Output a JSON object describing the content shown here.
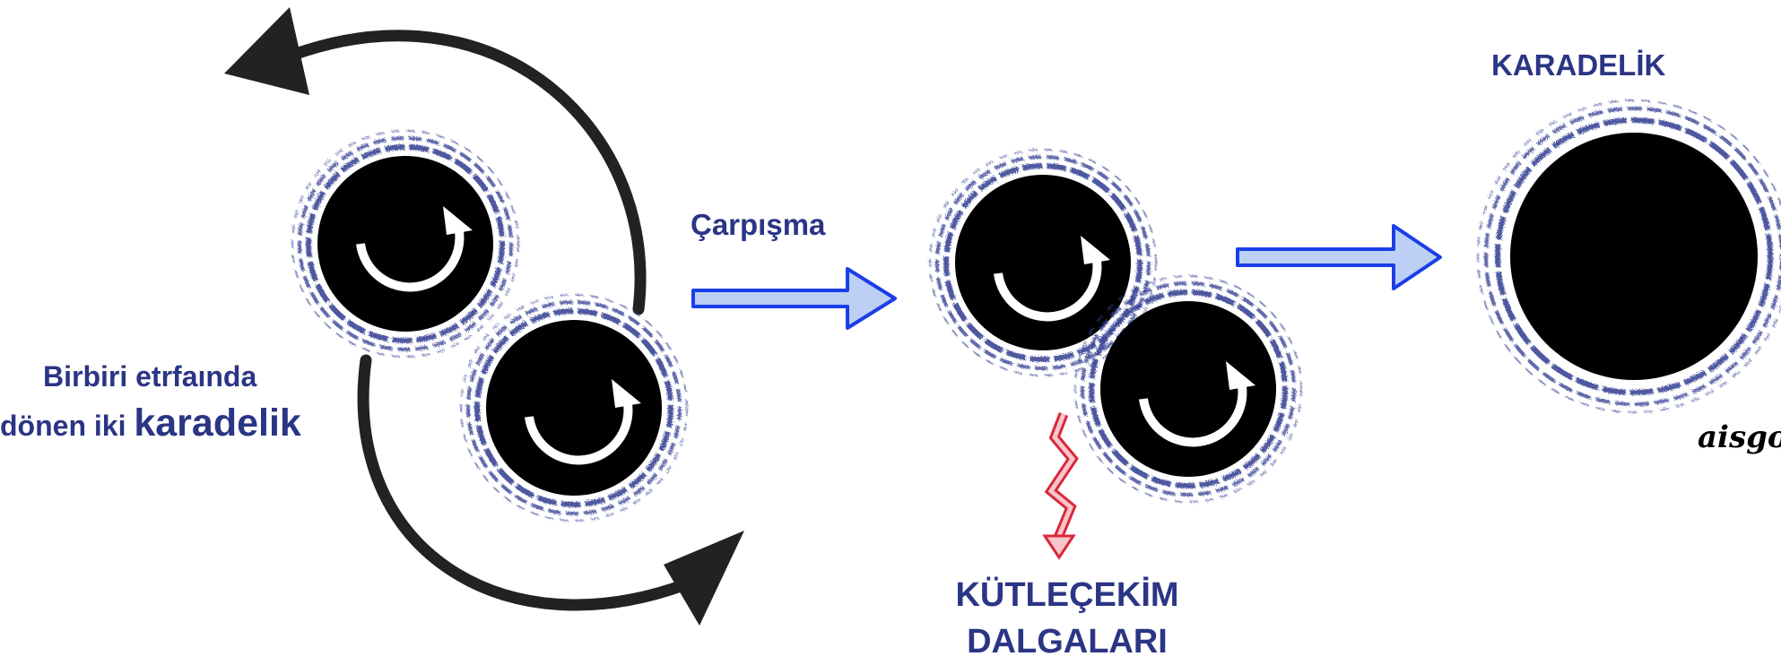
{
  "labels": {
    "orbit_line1": "Birbiri etrfaında",
    "orbit_line2_prefix": "dönen iki ",
    "orbit_line2_emph": "karadelik",
    "collision": "Çarpışma",
    "gravitational_waves_line1": "KÜTLEÇEKİM",
    "gravitational_waves_line2": "DALGALARI",
    "result": "KARADELİK",
    "signature": "aisgor"
  },
  "colors": {
    "label_text": "#2b3585",
    "hole_fill": "#000000",
    "ring_stroke": "#3a4596",
    "orbit_arrow": "#222222",
    "flow_arrow_stroke": "#1b3ee8",
    "flow_arrow_fill": "#bcd0f5",
    "wave_arrow_stroke": "#d8283a",
    "wave_arrow_fill": "#f7c6cc",
    "spin_arrow": "#ffffff"
  },
  "icons": {
    "orbit_arrows": "curved-orbit-arrows",
    "spin": "circular-spin-arrow-icon",
    "flow": "right-arrow-icon",
    "wave": "zigzag-wave-arrow-icon"
  }
}
